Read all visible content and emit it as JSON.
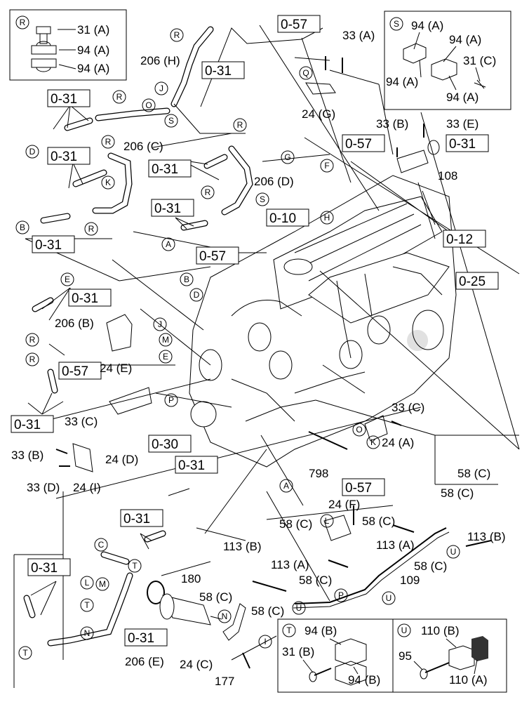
{
  "inset_boxes": {
    "R": {
      "letter": "R",
      "labels": [
        "31 (A)",
        "94 (A)",
        "94 (A)"
      ]
    },
    "S": {
      "letter": "S",
      "labels": [
        "94 (A)",
        "94 (A)",
        "94 (A)",
        "31 (C)",
        "94 (A)"
      ]
    },
    "T": {
      "letter": "T",
      "labels": [
        "94 (B)",
        "31 (B)",
        "94 (B)"
      ]
    },
    "U": {
      "letter": "U",
      "labels": [
        "110 (B)",
        "95",
        "110 (A)"
      ]
    }
  },
  "ref_boxes": [
    "0-31",
    "0-57",
    "0-31",
    "0-57",
    "0-31",
    "0-31",
    "0-31",
    "0-31",
    "0-10",
    "0-57",
    "0-12",
    "0-25",
    "0-31",
    "0-57",
    "0-31",
    "0-30",
    "0-31",
    "0-57",
    "0-31",
    "0-31",
    "0-31"
  ],
  "part_labels": [
    "206 (H)",
    "33 (A)",
    "24 (G)",
    "33 (B)",
    "33 (E)",
    "108",
    "206 (C)",
    "206 (D)",
    "206 (B)",
    "24 (E)",
    "33 (C)",
    "24 (D)",
    "33 (B)",
    "33 (D)",
    "24 (I)",
    "33 (C)",
    "24 (A)",
    "798",
    "58 (C)",
    "58 (C)",
    "113 (B)",
    "24 (F)",
    "58 (C)",
    "58 (C)",
    "113 (A)",
    "58 (C)",
    "113 (B)",
    "113 (A)",
    "58 (C)",
    "109",
    "58 (C)",
    "58 (C)",
    "180",
    "24 (C)",
    "177",
    "206 (E)"
  ],
  "callout_letters": [
    "R",
    "R",
    "O",
    "J",
    "S",
    "D",
    "R",
    "K",
    "R",
    "B",
    "R",
    "R",
    "R",
    "S",
    "A",
    "Q",
    "G",
    "F",
    "H",
    "B",
    "D",
    "J",
    "M",
    "E",
    "E",
    "R",
    "P",
    "O",
    "K",
    "A",
    "C",
    "T",
    "L",
    "M",
    "T",
    "N",
    "T",
    "L",
    "N",
    "I",
    "U",
    "P",
    "U"
  ]
}
